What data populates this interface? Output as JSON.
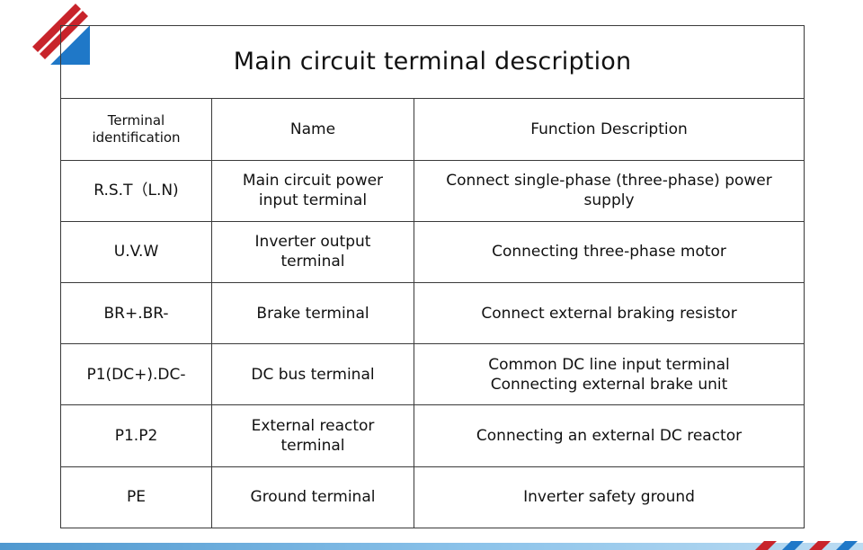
{
  "brand": {
    "colors": {
      "red": "#c8242b",
      "blue": "#1f78c8",
      "bar": "#6aaedf"
    },
    "logo_icon": "diagonal-stripes-logo-icon"
  },
  "table": {
    "title": "Main circuit terminal description",
    "headers": [
      {
        "lines": [
          "Terminal",
          "identification"
        ]
      },
      {
        "lines": [
          "Name"
        ]
      },
      {
        "lines": [
          "Function Description"
        ]
      }
    ],
    "rows": [
      {
        "terminal": [
          "R.S.T（L.N)"
        ],
        "name": [
          "Main circuit power",
          "input terminal"
        ],
        "function": [
          "Connect single-phase (three-phase) power",
          "supply"
        ]
      },
      {
        "terminal": [
          "U.V.W"
        ],
        "name": [
          "Inverter output",
          "terminal"
        ],
        "function": [
          "Connecting three-phase motor"
        ]
      },
      {
        "terminal": [
          "BR+.BR-"
        ],
        "name": [
          "Brake terminal"
        ],
        "function": [
          "Connect external braking resistor"
        ]
      },
      {
        "terminal": [
          "P1(DC+).DC-"
        ],
        "name": [
          "DC bus terminal"
        ],
        "function": [
          "Common DC line input terminal",
          "Connecting external brake unit"
        ]
      },
      {
        "terminal": [
          "P1.P2"
        ],
        "name": [
          "External reactor",
          "terminal"
        ],
        "function": [
          "Connecting an external DC reactor"
        ]
      },
      {
        "terminal": [
          "PE"
        ],
        "name": [
          "Ground terminal"
        ],
        "function": [
          "Inverter safety ground"
        ]
      }
    ]
  }
}
